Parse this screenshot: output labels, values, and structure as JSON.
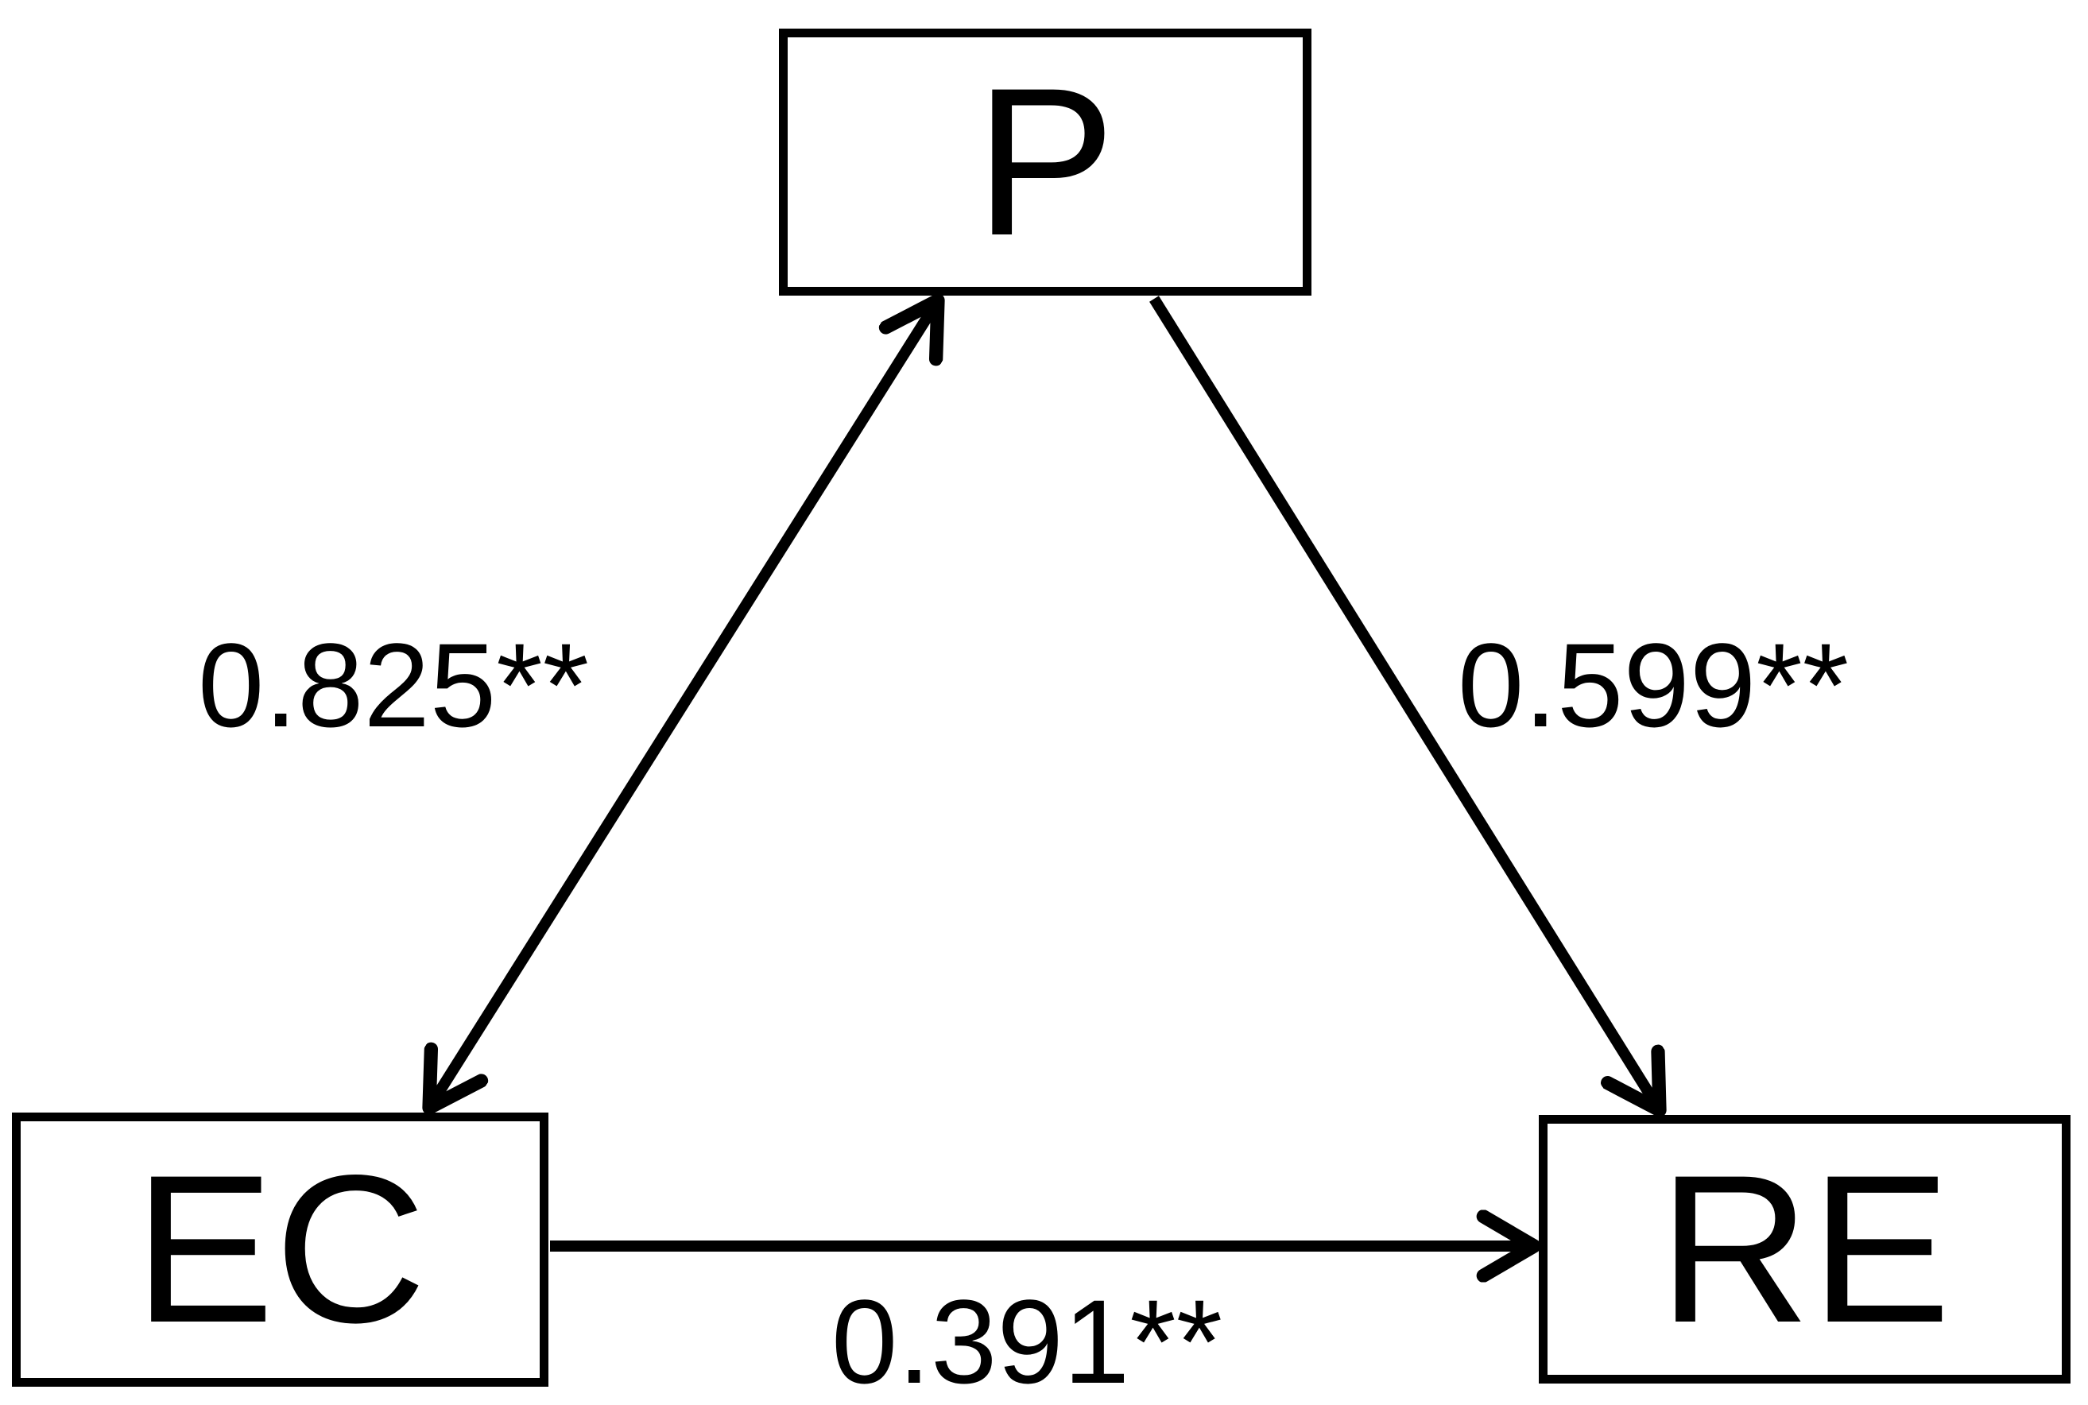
{
  "colors": {
    "background": "#ffffff",
    "ink": "#000000"
  },
  "nodes": {
    "p": {
      "label": "P"
    },
    "ec": {
      "label": "EC"
    },
    "re": {
      "label": "RE"
    }
  },
  "edges": {
    "ec_p": {
      "from": "EC",
      "to": "P",
      "type": "bidirectional",
      "label": "0.825**"
    },
    "p_re": {
      "from": "P",
      "to": "RE",
      "type": "directed",
      "label": "0.599**"
    },
    "ec_re": {
      "from": "EC",
      "to": "RE",
      "type": "directed",
      "label": "0.391**"
    }
  }
}
